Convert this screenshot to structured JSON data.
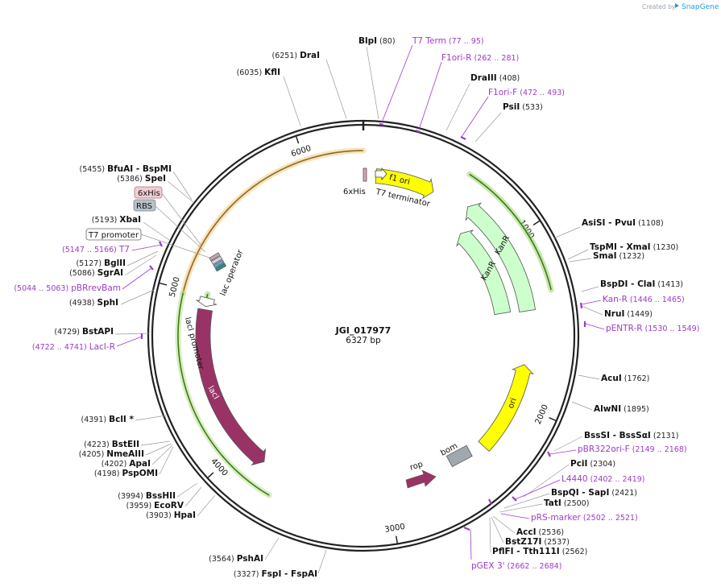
{
  "credit": {
    "prefix": "Created by",
    "brand": "SnapGene"
  },
  "plasmid": {
    "name": "JGI_017977",
    "length_label": "6327 bp",
    "length": 6327
  },
  "ruler_ticks": [
    {
      "bp": 1000,
      "label": "1000"
    },
    {
      "bp": 2000,
      "label": "2000"
    },
    {
      "bp": 3000,
      "label": "3000"
    },
    {
      "bp": 4000,
      "label": "4000"
    },
    {
      "bp": 5000,
      "label": "5000"
    },
    {
      "bp": 6000,
      "label": "6000"
    }
  ],
  "features": [
    {
      "name": "f1 ori",
      "start": 1,
      "end": 456,
      "color": "#ffff00",
      "type": "arrow",
      "ring": "inner1"
    },
    {
      "name": "KanR",
      "start": 524,
      "end": 1333,
      "color": "#ccffcc",
      "type": "arrow_rev",
      "ring": "inner1",
      "label": "KanR"
    },
    {
      "name": "KanR",
      "start": 1005,
      "end": 1300,
      "color": "#ccffcc",
      "type": "arrow_rev",
      "ring": "inner2",
      "label": "KanR"
    },
    {
      "name": "ori",
      "start": 1744,
      "end": 2332,
      "color": "#ffff00",
      "type": "arrow_rev",
      "ring": "inner1",
      "label": "ori"
    },
    {
      "name": "lacI",
      "start": 3834,
      "end": 4916,
      "color": "#993366",
      "type": "arrow_rev",
      "ring": "inner1",
      "label": "lacI"
    },
    {
      "name": "lacI promoter",
      "start": 4917,
      "end": 4994,
      "color": "#ffffff",
      "type": "arrow_rev",
      "ring": "inner1",
      "label": "lacI promoter"
    }
  ],
  "feature_labels": {
    "six_his": "6xHis",
    "t7_terminator": "T7 terminator",
    "lac_operator": "lac operator",
    "rop": "rop",
    "bom": "bom",
    "six_his_box": "6xHis",
    "rbs_box": "RBS",
    "t7_promoter_box": "T7 promoter"
  },
  "sites_left": [
    {
      "pos": "(6251)",
      "name": "DraI"
    },
    {
      "pos": "(6035)",
      "name": "KflI"
    },
    {
      "pos": "(5455)",
      "name": "BfuAI",
      "name2": "BspMI"
    },
    {
      "pos": "(5386)",
      "name": "SpeI"
    },
    {
      "pos": "(5193)",
      "name": "XbaI"
    },
    {
      "pos": "(5127)",
      "name": "BglII"
    },
    {
      "pos": "(5086)",
      "name": "SgrAI"
    },
    {
      "pos": "(4938)",
      "name": "SphI"
    },
    {
      "pos": "(4729)",
      "name": "BstAPI"
    },
    {
      "pos": "(4391)",
      "name": "BclI *"
    },
    {
      "pos": "(4223)",
      "name": "BstEII"
    },
    {
      "pos": "(4205)",
      "name": "NmeAIII"
    },
    {
      "pos": "(4202)",
      "name": "ApaI"
    },
    {
      "pos": "(4198)",
      "name": "PspOMI"
    },
    {
      "pos": "(3994)",
      "name": "BssHII"
    },
    {
      "pos": "(3959)",
      "name": "EcoRV"
    },
    {
      "pos": "(3903)",
      "name": "HpaI"
    },
    {
      "pos": "(3564)",
      "name": "PshAI"
    },
    {
      "pos": "(3327)",
      "name": "FspI",
      "name2": "FspAI"
    }
  ],
  "sites_right": [
    {
      "pos": "(80)",
      "name": "BlpI"
    },
    {
      "pos": "(408)",
      "name": "DraIII"
    },
    {
      "pos": "(533)",
      "name": "PsiI"
    },
    {
      "pos": "(1108)",
      "name": "AsiSI",
      "name2": "PvuI"
    },
    {
      "pos": "(1230)",
      "name": "TspMI",
      "name2": "XmaI"
    },
    {
      "pos": "(1232)",
      "name": "SmaI"
    },
    {
      "pos": "(1413)",
      "name": "BspDI",
      "name2": "ClaI"
    },
    {
      "pos": "(1449)",
      "name": "NruI"
    },
    {
      "pos": "(1762)",
      "name": "AcuI"
    },
    {
      "pos": "(1895)",
      "name": "AlwNI"
    },
    {
      "pos": "(2131)",
      "name": "BssSI",
      "name2": "BssSαI"
    },
    {
      "pos": "(2304)",
      "name": "PciI"
    },
    {
      "pos": "(2421)",
      "name": "BspQI",
      "name2": "SapI"
    },
    {
      "pos": "(2500)",
      "name": "TatI"
    },
    {
      "pos": "(2536)",
      "name": "AccI"
    },
    {
      "pos": "(2537)",
      "name": "BstZ17I"
    },
    {
      "pos": "(2562)",
      "name": "PflFI",
      "name2": "Tth111I"
    }
  ],
  "primers": [
    {
      "name": "T7 Term",
      "range": "(77 .. 95)"
    },
    {
      "name": "F1ori-R",
      "range": "(262 .. 281)"
    },
    {
      "name": "F1ori-F",
      "range": "(472 .. 493)"
    },
    {
      "name": "Kan-R",
      "range": "(1446 .. 1465)"
    },
    {
      "name": "pENTR-R",
      "range": "(1530 .. 1549)"
    },
    {
      "name": "pBR322ori-F",
      "range": "(2149 .. 2168)"
    },
    {
      "name": "L4440",
      "range": "(2402 .. 2419)"
    },
    {
      "name": "pRS-marker",
      "range": "(2502 .. 2521)"
    },
    {
      "name": "pGEX 3'",
      "range": "(2662 .. 2684)"
    },
    {
      "name": "T7",
      "range": "(5147 .. 5166)"
    },
    {
      "name": "pBRrevBam",
      "range": "(5044 .. 5063)"
    },
    {
      "name": "LacI-R",
      "range": "(4722 .. 4741)"
    }
  ],
  "colors": {
    "backbone": "#222222",
    "primer": "#9a3cc9",
    "yellow_feature": "#ffff00",
    "green_feature": "#ccffcc",
    "lacI": "#993366",
    "orf_green": "#66bb33",
    "orf_orange": "#f0a830",
    "bom_gray": "#a0a8b0"
  }
}
